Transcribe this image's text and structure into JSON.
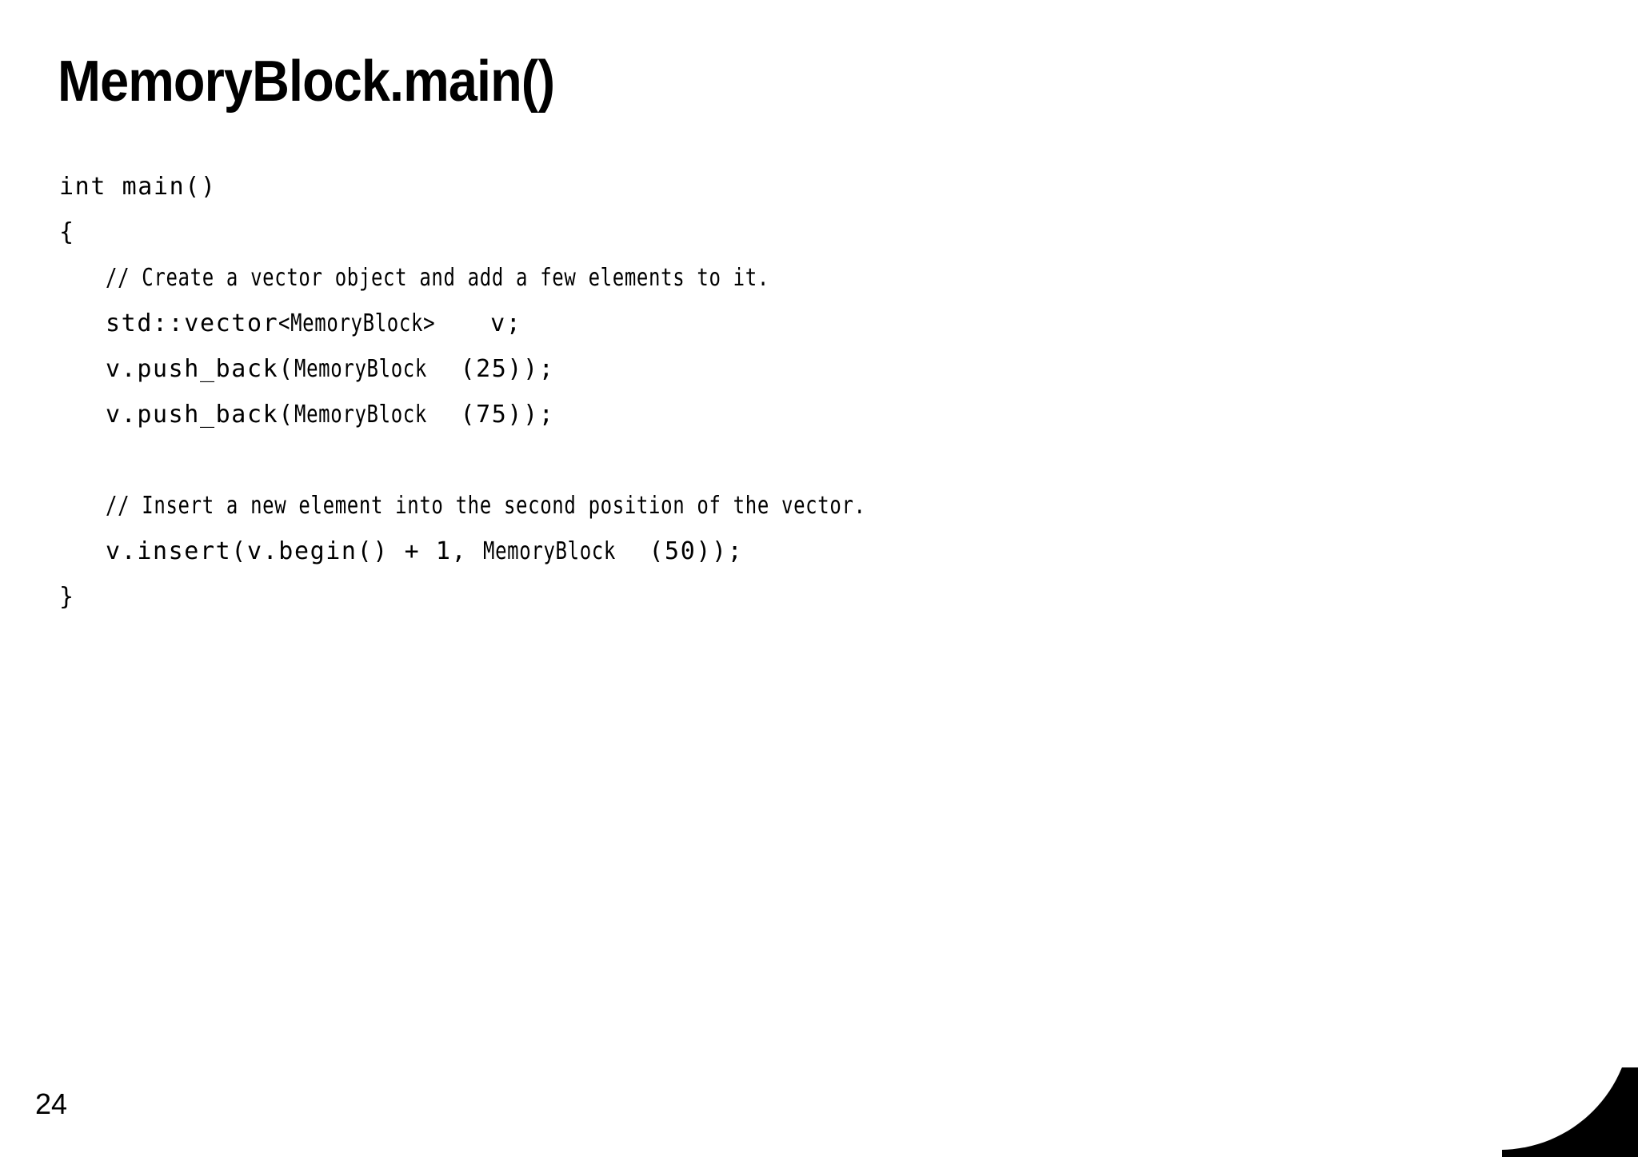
{
  "slide": {
    "title": "MemoryBlock.main()",
    "page_number": "24",
    "background_color": "#ffffff",
    "text_color": "#000000",
    "accent_color": "#000000"
  },
  "code": {
    "language": "cpp",
    "lines": [
      {
        "indent": 0,
        "segments": [
          {
            "text": "int main()",
            "style": "wide"
          }
        ]
      },
      {
        "indent": 0,
        "segments": [
          {
            "text": "{",
            "style": "wide"
          }
        ]
      },
      {
        "indent": 1,
        "segments": [
          {
            "text": "// Create a vector object and add a few elements to it.",
            "style": "narrow"
          }
        ]
      },
      {
        "indent": 1,
        "segments": [
          {
            "text": "std::vector",
            "style": "wide"
          },
          {
            "text": "<MemoryBlock>",
            "style": "narrow"
          },
          {
            "text": " v;",
            "style": "wide"
          }
        ]
      },
      {
        "indent": 1,
        "segments": [
          {
            "text": "v.push_back(",
            "style": "wide"
          },
          {
            "text": "MemoryBlock",
            "style": "narrow"
          },
          {
            "text": "(25));",
            "style": "wide"
          }
        ]
      },
      {
        "indent": 1,
        "segments": [
          {
            "text": "v.push_back(",
            "style": "wide"
          },
          {
            "text": "MemoryBlock",
            "style": "narrow"
          },
          {
            "text": "(75));",
            "style": "wide"
          }
        ]
      },
      {
        "indent": 0,
        "segments": []
      },
      {
        "indent": 1,
        "segments": [
          {
            "text": "// Insert a new element into the second position of the vector.",
            "style": "narrow"
          }
        ]
      },
      {
        "indent": 1,
        "segments": [
          {
            "text": "v.insert(v.begin() + 1, ",
            "style": "wide"
          },
          {
            "text": "MemoryBlock",
            "style": "narrow"
          },
          {
            "text": "(50));",
            "style": "wide"
          }
        ]
      },
      {
        "indent": 0,
        "segments": [
          {
            "text": "}",
            "style": "wide"
          }
        ]
      }
    ]
  }
}
